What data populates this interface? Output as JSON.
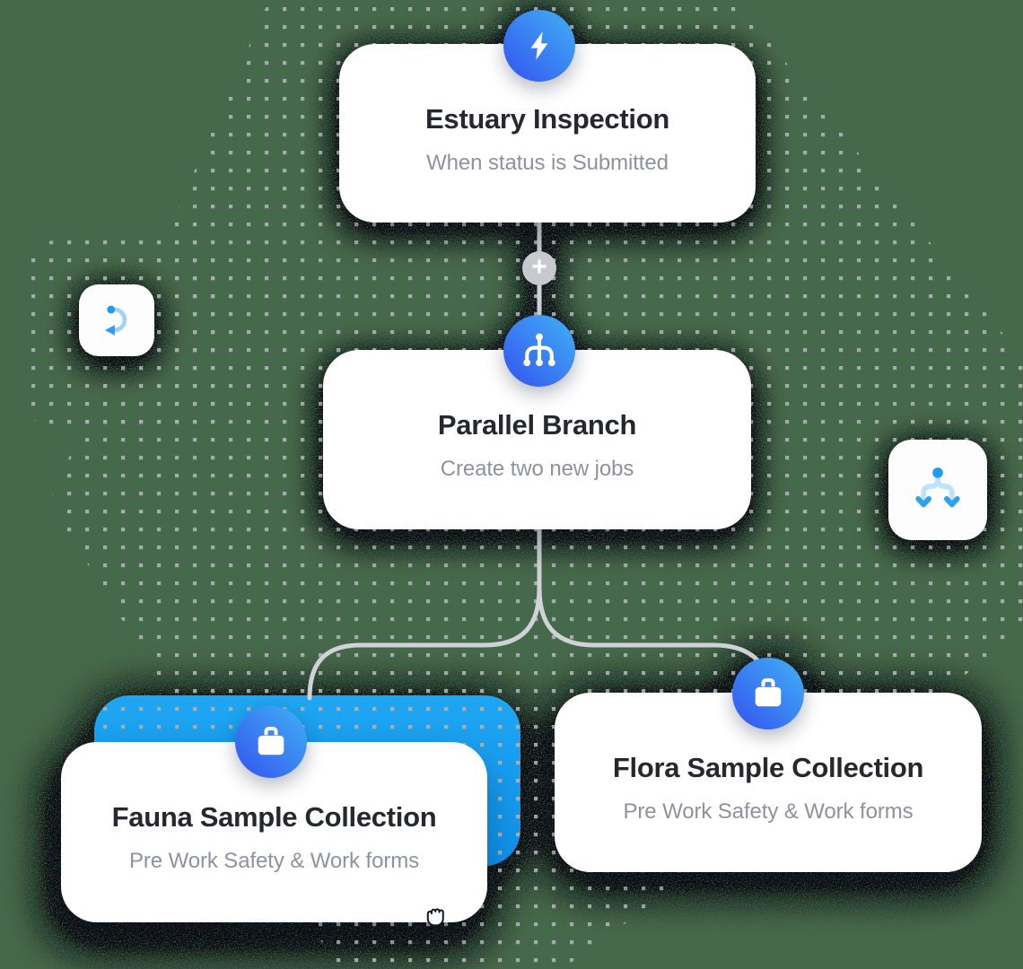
{
  "app": {
    "description": "workflow automation builder canvas",
    "background_color": "#47694b",
    "dot_grid_color": "#a9aeb3",
    "connector_color": "#cfd3d7",
    "accent_blue": "#189df1",
    "icon_gradient": [
      "#41b1f6",
      "#3353ef"
    ]
  },
  "workflow": {
    "trigger_node": {
      "title": "Estuary Inspection",
      "subtitle": "When status is Submitted",
      "icon": "lightning-bolt"
    },
    "add_step_button": {
      "label": "+"
    },
    "branch_node": {
      "title": "Parallel Branch",
      "subtitle": "Create two new jobs",
      "icon": "branch-merge"
    },
    "jobs": [
      {
        "title": "Fauna Sample Collection",
        "subtitle": "Pre Work Safety & Work forms",
        "icon": "briefcase",
        "state": "dragging"
      },
      {
        "title": "Flora Sample Collection",
        "subtitle": "Pre Work Safety & Work forms",
        "icon": "briefcase",
        "state": "default"
      }
    ],
    "floating_buttons": [
      {
        "icon": "redo-loop"
      },
      {
        "icon": "split-branch"
      }
    ],
    "cursor": "grab-hand"
  }
}
